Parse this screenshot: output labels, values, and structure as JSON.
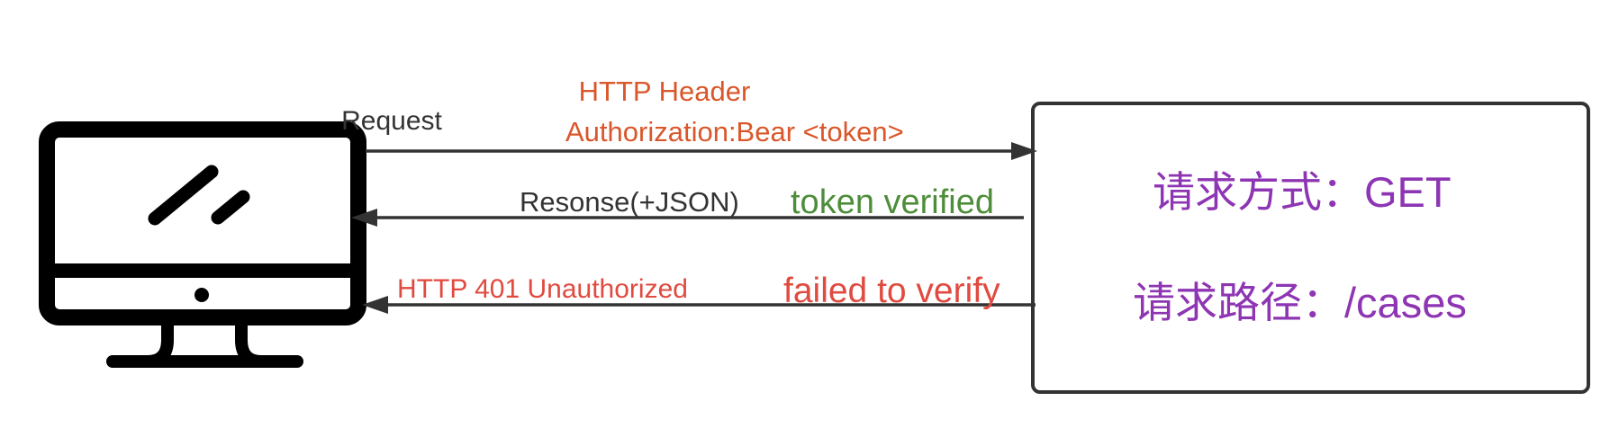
{
  "colors": {
    "ink": "#000000",
    "arrow": "#333333",
    "text_dark": "#333333",
    "header": "#d9572a",
    "success": "#4e8d3a",
    "error": "#e04a3f",
    "server_text": "#8e35b3"
  },
  "client": {
    "icon": "desktop-monitor-icon"
  },
  "request": {
    "label": "Request",
    "header_line1": "HTTP Header",
    "header_line2": "Authorization:Bear <token>"
  },
  "response_ok": {
    "label": "Resonse(+JSON)",
    "status": "token verified"
  },
  "response_fail": {
    "label": "HTTP 401 Unauthorized",
    "status": "failed to verify"
  },
  "server": {
    "method": "请求方式：GET",
    "path": "请求路径：/cases"
  }
}
